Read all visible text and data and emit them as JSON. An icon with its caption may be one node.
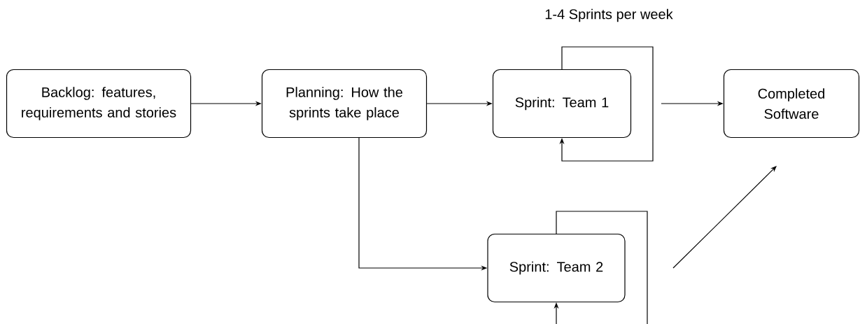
{
  "diagram": {
    "nodes": [
      {
        "text": [
          "Backlog: features, requirements and stories"
        ]
      },
      {
        "text": [
          "Planning: How the sprints take place"
        ]
      },
      {
        "text": [
          "Sprint: Team 1"
        ]
      },
      {
        "text": [
          "Completed Software"
        ]
      },
      {
        "text": [
          "Sprint: Team 2"
        ]
      }
    ],
    "edges": [
      {
        "from": 0,
        "to": 1,
        "arrow": "to"
      },
      {
        "from": 1,
        "to": 2,
        "arrow": "to"
      },
      {
        "from": 1,
        "to": 4,
        "arrow": "to"
      },
      {
        "from": 2,
        "to": 2,
        "arrow": "to"
      },
      {
        "from": 4,
        "to": 4,
        "arrow": "to"
      },
      {
        "from": null,
        "to": 3,
        "arrow": "to"
      },
      {
        "from": null,
        "to": 3,
        "arrow": "to"
      }
    ],
    "labels": [
      "1-4 Sprints per week"
    ]
  }
}
